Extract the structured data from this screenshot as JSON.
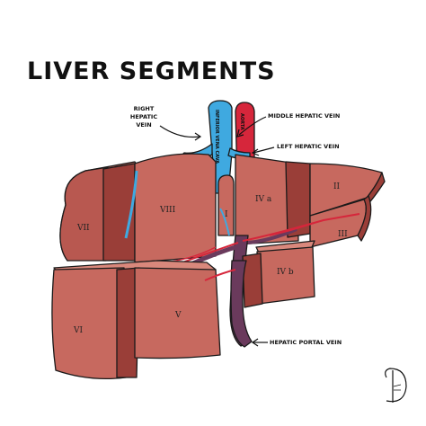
{
  "title": "LIVER SEGMENTS",
  "labels": {
    "right_hepatic_vein": [
      "RIGHT",
      "HEPATIC",
      "VEIN"
    ],
    "middle_hepatic_vein": "MIDDLE HEPATIC VEIN",
    "left_hepatic_vein": "LEFT HEPATIC VEIN",
    "hepatic_portal_vein": "HEPATIC PORTAL VEIN",
    "inferior_vena_cava": "INFERIOR VENA CAVA",
    "aorta": "AORTA"
  },
  "segments": {
    "s1": "I",
    "s2": "II",
    "s3": "III",
    "s4a": "IV a",
    "s4b": "IV b",
    "s5": "V",
    "s6": "VI",
    "s7": "VII",
    "s8": "VIII"
  },
  "colors": {
    "liver_face": "#c7695f",
    "liver_dark": "#9a3e38",
    "liver_top": "#d9887c",
    "vena_cava": "#3fa9e0",
    "aorta": "#d6263b",
    "portal_vein": "#6a3a5c",
    "artery": "#d6263b"
  }
}
